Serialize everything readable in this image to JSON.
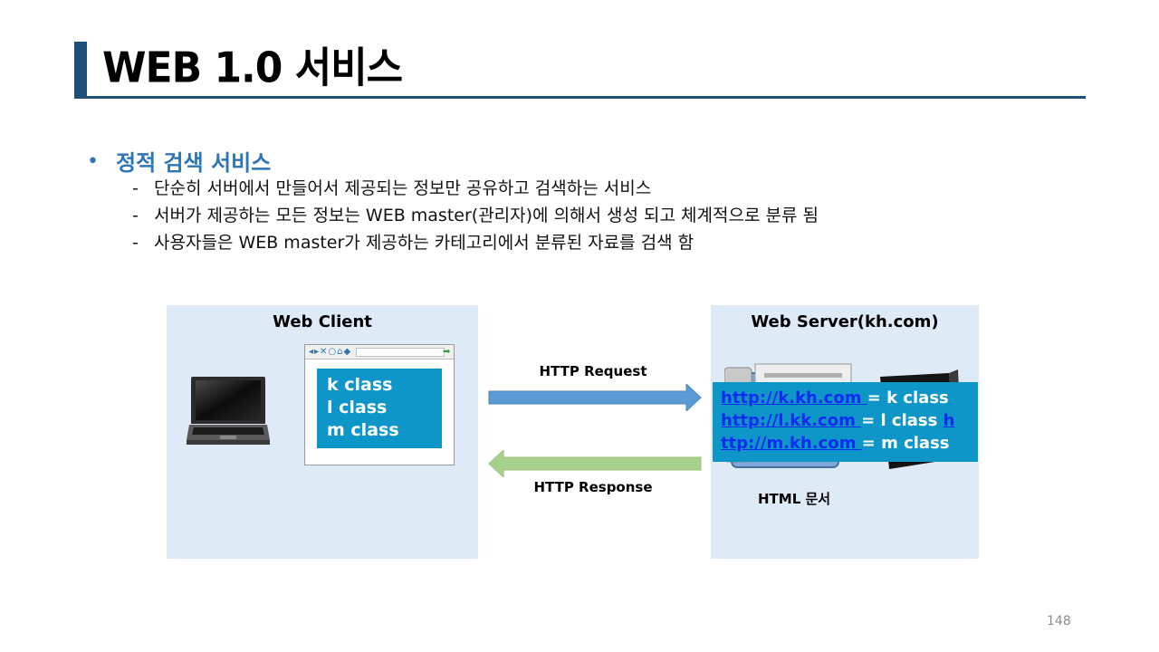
{
  "slide": {
    "title": "WEB 1.0 서비스",
    "page_number": "148"
  },
  "bullet": {
    "marker": "•",
    "title": "정적 검색 서비스",
    "items": [
      "단순히 서버에서 만들어서 제공되는 정보만 공유하고 검색하는 서비스",
      "서버가 제공하는 모든 정보는 WEB master(관리자)에 의해서 생성 되고 체계적으로 분류 됨",
      "사용자들은 WEB master가 제공하는 카테고리에서 분류된 자료를 검색 함"
    ]
  },
  "diagram": {
    "client": {
      "title": "Web Client",
      "content_lines": [
        "k  class",
        "l class",
        "m class"
      ]
    },
    "server": {
      "title": "Web Server(kh.com)",
      "url_lines": [
        {
          "link": "http://k.kh.com ",
          "rest": " = k class",
          "tail": ""
        },
        {
          "link": "http://l.kk.com ",
          "rest": " = l class ",
          "tail": "h"
        },
        {
          "link": "ttp://m.kh.com ",
          "rest": " = m class",
          "tail": ""
        }
      ],
      "doc_label": "HTML 문서"
    },
    "request_label": "HTTP Request",
    "response_label": "HTTP Response"
  },
  "colors": {
    "accent_blue": "#2e75b6",
    "title_bar": "#1f4e79",
    "panel_bg": "#deeaf6",
    "content_box": "#0e96c8",
    "request_arrow": "#5b9bd5",
    "response_arrow": "#a9d18e"
  },
  "icons": {
    "laptop": "laptop-icon",
    "browser": "browser-window-icon",
    "server": "server-documents-icon"
  }
}
